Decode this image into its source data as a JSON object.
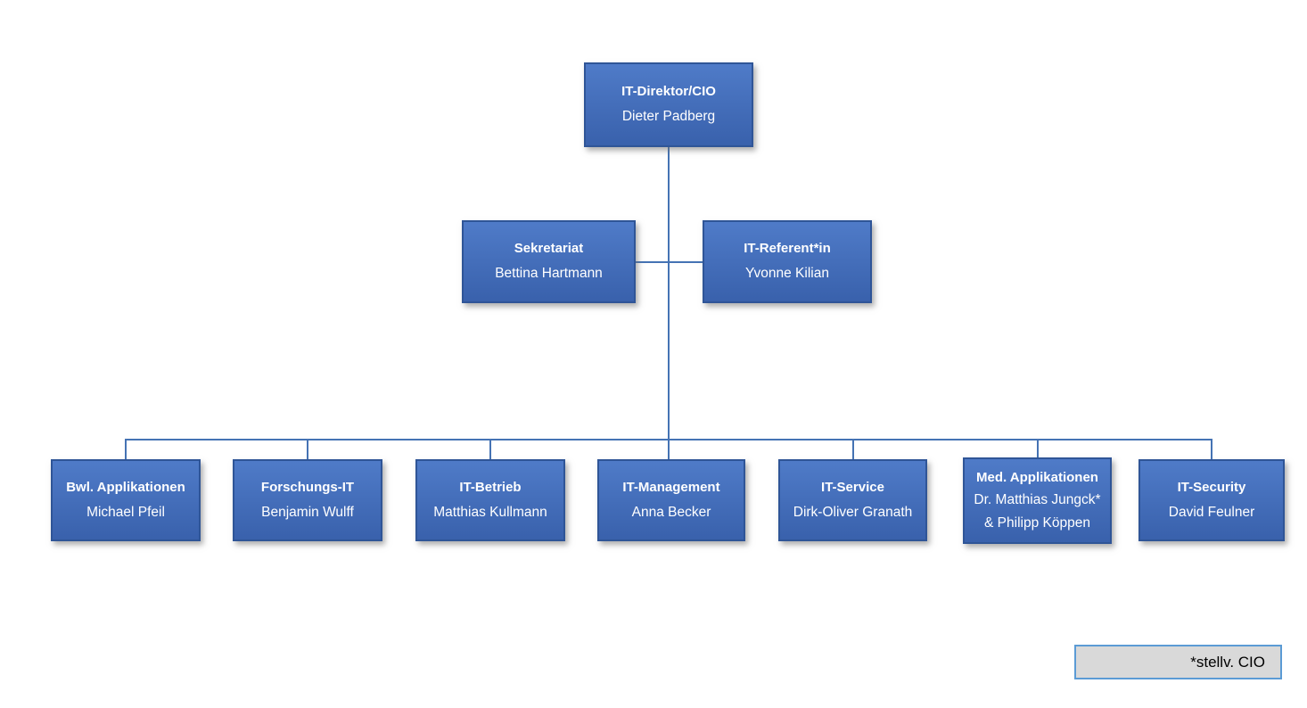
{
  "colors": {
    "box_gradient_top": "#4f7bc8",
    "box_gradient_bottom": "#3961ac",
    "box_border": "#2f5597",
    "connector_line": "#4573b4",
    "legend_fill": "#d9d9d9",
    "legend_border": "#5b9bd5",
    "node_text": "#ffffff",
    "legend_text": "#000000"
  },
  "org": {
    "root": {
      "title": "IT-Direktor/CIO",
      "name": "Dieter Padberg"
    },
    "assistants": [
      {
        "title": "Sekretariat",
        "name": "Bettina Hartmann"
      },
      {
        "title": "IT-Referent*in",
        "name": "Yvonne Kilian"
      }
    ],
    "departments": [
      {
        "title": "Bwl. Applikationen",
        "name": "Michael Pfeil"
      },
      {
        "title": "Forschungs-IT",
        "name": "Benjamin Wulff"
      },
      {
        "title": "IT-Betrieb",
        "name": "Matthias Kullmann"
      },
      {
        "title": "IT-Management",
        "name": "Anna Becker"
      },
      {
        "title": "IT-Service",
        "name": "Dirk-Oliver Granath"
      },
      {
        "title": "Med. Applikationen",
        "name": "Dr. Matthias Jungck*",
        "name2": "& Philipp Köppen"
      },
      {
        "title": "IT-Security",
        "name": "David Feulner"
      }
    ],
    "legend": "*stellv. CIO"
  }
}
